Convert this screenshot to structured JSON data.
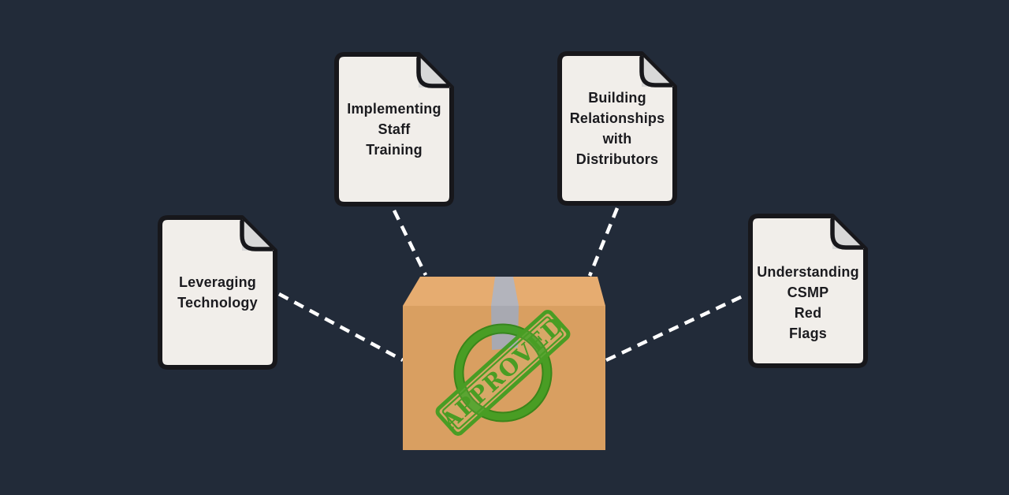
{
  "stamp": {
    "label": "APPROVED"
  },
  "documents": [
    {
      "name": "implementing-staff-training",
      "title": "Implementing\nStaff\nTraining"
    },
    {
      "name": "building-relationships-with-distributors",
      "title": "Building\nRelationships\nwith\nDistributors"
    },
    {
      "name": "leveraging-technology",
      "title": "Leveraging\nTechnology"
    },
    {
      "name": "understanding-csmp-red-flags",
      "title": "Understanding\nCSMP\nRed\nFlags"
    }
  ],
  "colors": {
    "bg": "#222B39",
    "paper": "#F1EEEA",
    "paper_border": "#17171B",
    "paper_fold": "#D8D8D8",
    "text": "#1B1B1F",
    "box_lid": "#E6AC70",
    "box_front": "#D99F61",
    "tape": "#B3B4BC",
    "tape_tail": "#A8A9B1",
    "stamp_green": "#3F9D20",
    "stamp_green_dark": "#2F8414",
    "connector": "#FFFFFF"
  }
}
